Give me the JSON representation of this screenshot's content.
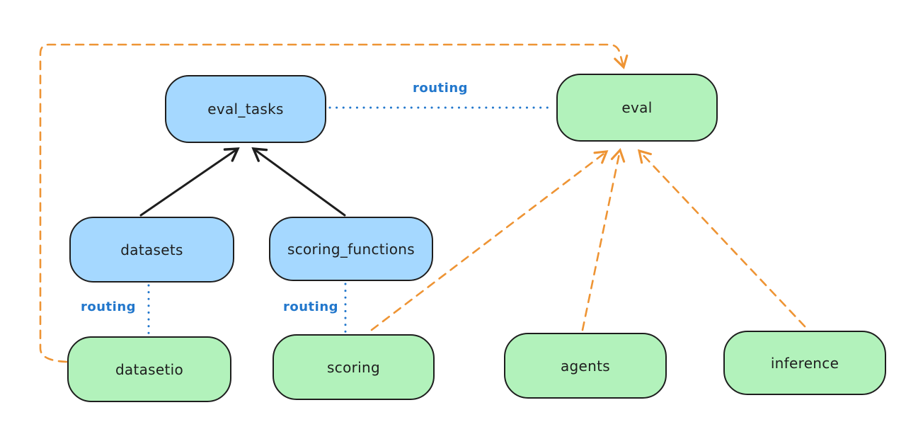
{
  "diagram": {
    "title": "",
    "nodes": [
      {
        "id": "eval_tasks",
        "label": "eval_tasks",
        "color": "blue"
      },
      {
        "id": "eval",
        "label": "eval",
        "color": "green"
      },
      {
        "id": "datasets",
        "label": "datasets",
        "color": "blue"
      },
      {
        "id": "scoring_functions",
        "label": "scoring_functions",
        "color": "blue"
      },
      {
        "id": "datasetio",
        "label": "datasetio",
        "color": "green"
      },
      {
        "id": "scoring",
        "label": "scoring",
        "color": "green"
      },
      {
        "id": "agents",
        "label": "agents",
        "color": "green"
      },
      {
        "id": "inference",
        "label": "inference",
        "color": "green"
      }
    ],
    "edges": [
      {
        "from": "datasets",
        "to": "eval_tasks",
        "style": "solid",
        "color": "black",
        "label": ""
      },
      {
        "from": "scoring_functions",
        "to": "eval_tasks",
        "style": "solid",
        "color": "black",
        "label": ""
      },
      {
        "from": "eval_tasks",
        "to": "eval",
        "style": "dotted",
        "color": "blue",
        "label": "routing"
      },
      {
        "from": "datasets",
        "to": "datasetio",
        "style": "dotted",
        "color": "blue",
        "label": "routing"
      },
      {
        "from": "scoring_functions",
        "to": "scoring",
        "style": "dotted",
        "color": "blue",
        "label": "routing"
      },
      {
        "from": "datasetio",
        "to": "eval",
        "style": "dashed",
        "color": "orange",
        "label": ""
      },
      {
        "from": "scoring",
        "to": "eval",
        "style": "dashed",
        "color": "orange",
        "label": ""
      },
      {
        "from": "agents",
        "to": "eval",
        "style": "dashed",
        "color": "orange",
        "label": ""
      },
      {
        "from": "inference",
        "to": "eval",
        "style": "dashed",
        "color": "orange",
        "label": ""
      }
    ],
    "colors": {
      "background": "#ffffff",
      "blue_fill": "#a5d8ff",
      "green_fill": "#b2f2bb",
      "stroke": "#1e1e1e",
      "orange": "#ee9434",
      "routing_blue": "#2277cc"
    }
  }
}
